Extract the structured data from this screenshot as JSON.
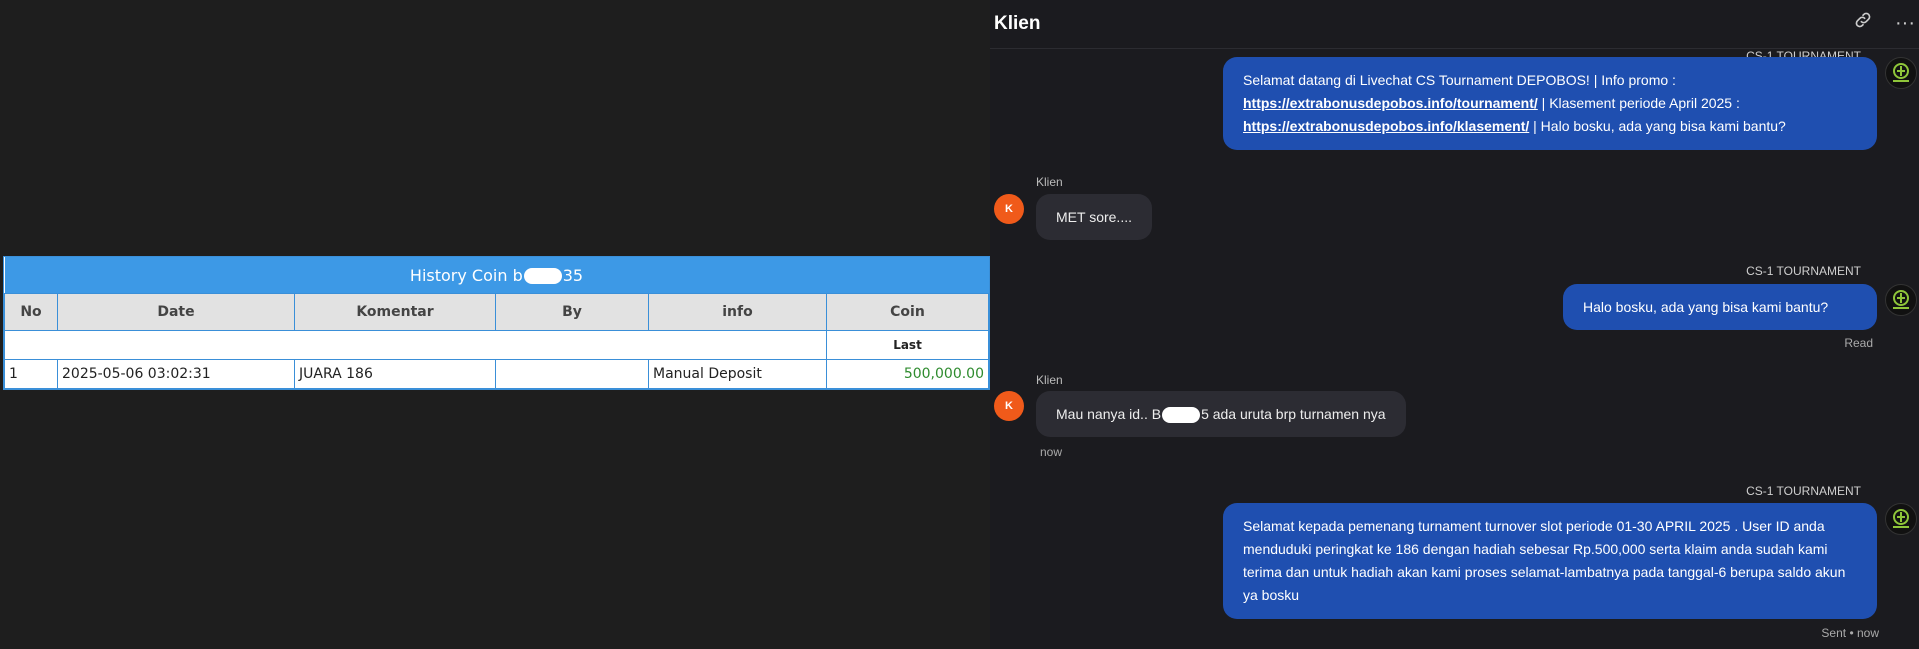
{
  "history": {
    "title_prefix": "History Coin b",
    "title_suffix": "35",
    "columns": [
      "No",
      "Date",
      "Komentar",
      "By",
      "info",
      "Coin"
    ],
    "last_label": "Last",
    "rows": [
      {
        "no": "1",
        "date": "2025-05-06 03:02:31",
        "komentar": "JUARA 186",
        "by": "",
        "info": "Manual Deposit",
        "coin": "500,000.00"
      }
    ]
  },
  "chat": {
    "title": "Klien",
    "messages": [
      {
        "sender": "CS-1 TOURNAMENT",
        "p1": "Selamat datang di Livechat CS Tournament DEPOBOS! | Info promo : ",
        "link1": "https://extrabonusdepobos.info/tournament/",
        "p2": " | Klasement periode April 2025 : ",
        "link2": "https://extrabonusdepobos.info/klasement/",
        "p3": " | Halo bosku, ada yang bisa kami bantu?"
      },
      {
        "sender": "Klien",
        "avatar": "K",
        "text": "MET sore...."
      },
      {
        "sender": "CS-1 TOURNAMENT",
        "text": "Halo bosku, ada yang bisa kami bantu?",
        "status": "Read"
      },
      {
        "sender": "Klien",
        "avatar": "K",
        "text_prefix": "Mau nanya id.. B",
        "text_suffix": "5 ada uruta brp turnamen nya",
        "time": "now"
      },
      {
        "sender": "CS-1 TOURNAMENT",
        "text": "Selamat kepada pemenang turnament turnover slot periode 01-30 APRIL 2025 . User ID anda menduduki peringkat ke 186 dengan hadiah sebesar Rp.500,000 serta klaim anda sudah kami terima dan untuk hadiah akan kami proses selamat-lambatnya pada tanggal-6 berupa saldo akun ya bosku",
        "status": "Sent • now"
      }
    ]
  },
  "icons": {
    "link": "link-icon",
    "more": "more-icon",
    "agent": "agent-logo-icon"
  },
  "colors": {
    "table_header": "#3d99e6",
    "bubble_out": "#1f4fb0",
    "avatar": "#f05a1a",
    "coin": "#2e8b2e"
  }
}
